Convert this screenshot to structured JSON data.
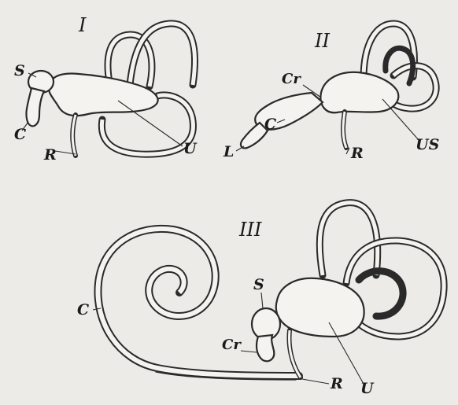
{
  "figure": {
    "panels": [
      {
        "numeral": "I",
        "labels": {
          "s": "S",
          "c": "C",
          "r": "R",
          "u": "U"
        }
      },
      {
        "numeral": "II",
        "labels": {
          "cr": "Cr",
          "c": "C",
          "l": "L",
          "r": "R",
          "us": "US"
        }
      },
      {
        "numeral": "III",
        "labels": {
          "c": "C",
          "s": "S",
          "cr": "Cr",
          "r": "R",
          "u": "U"
        }
      }
    ]
  }
}
